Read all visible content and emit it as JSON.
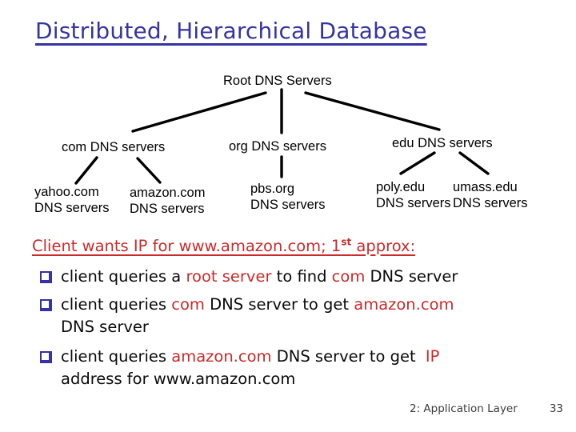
{
  "slide": {
    "title": "Distributed, Hierarchical Database",
    "footer": {
      "section": "2: Application Layer",
      "page_number": "33"
    }
  },
  "tree": {
    "root": "Root DNS Servers",
    "level1": [
      {
        "label": "com DNS servers"
      },
      {
        "label": "org DNS servers"
      },
      {
        "label": "edu DNS servers"
      }
    ],
    "level2": [
      {
        "line1": "yahoo.com",
        "line2": "DNS servers"
      },
      {
        "line1": "amazon.com",
        "line2": "DNS servers"
      },
      {
        "line1": "pbs.org",
        "line2": "DNS servers"
      },
      {
        "line1": "poly.edu",
        "line2": "DNS servers"
      },
      {
        "line1": "umass.edu",
        "line2": "DNS servers"
      }
    ]
  },
  "heading": {
    "part1": "Client wants IP for www.amazon.com; 1",
    "sup": "st",
    "part2": " approx:"
  },
  "bullets": [
    {
      "lines": [
        [
          {
            "text": "client queries a ",
            "style": "plain"
          },
          {
            "text": "root server",
            "style": "red"
          },
          {
            "text": " to find ",
            "style": "plain"
          },
          {
            "text": "com",
            "style": "red"
          },
          {
            "text": " DNS server",
            "style": "plain"
          }
        ]
      ]
    },
    {
      "lines": [
        [
          {
            "text": "client queries ",
            "style": "plain"
          },
          {
            "text": "com",
            "style": "red"
          },
          {
            "text": " DNS server to get ",
            "style": "plain"
          },
          {
            "text": "amazon.com",
            "style": "red"
          }
        ],
        [
          {
            "text": "DNS server",
            "style": "plain"
          }
        ]
      ]
    },
    {
      "lines": [
        [
          {
            "text": "client queries ",
            "style": "plain"
          },
          {
            "text": "amazon.com",
            "style": "red"
          },
          {
            "text": " DNS server to get ",
            "style": "plain"
          },
          {
            "text": "IP",
            "style": "red"
          }
        ],
        [
          {
            "text": "address for www.amazon.com",
            "style": "plain"
          }
        ]
      ]
    }
  ],
  "colors": {
    "title_color": "#3434A3",
    "accent_red": "#C92B2B",
    "square_color": "#3434A3",
    "text_color": "#0A0A0A",
    "tree_text_color": "#000000",
    "footer_color": "#3D3D3D",
    "line_color": "#000000",
    "background": "#FFFFFF"
  }
}
